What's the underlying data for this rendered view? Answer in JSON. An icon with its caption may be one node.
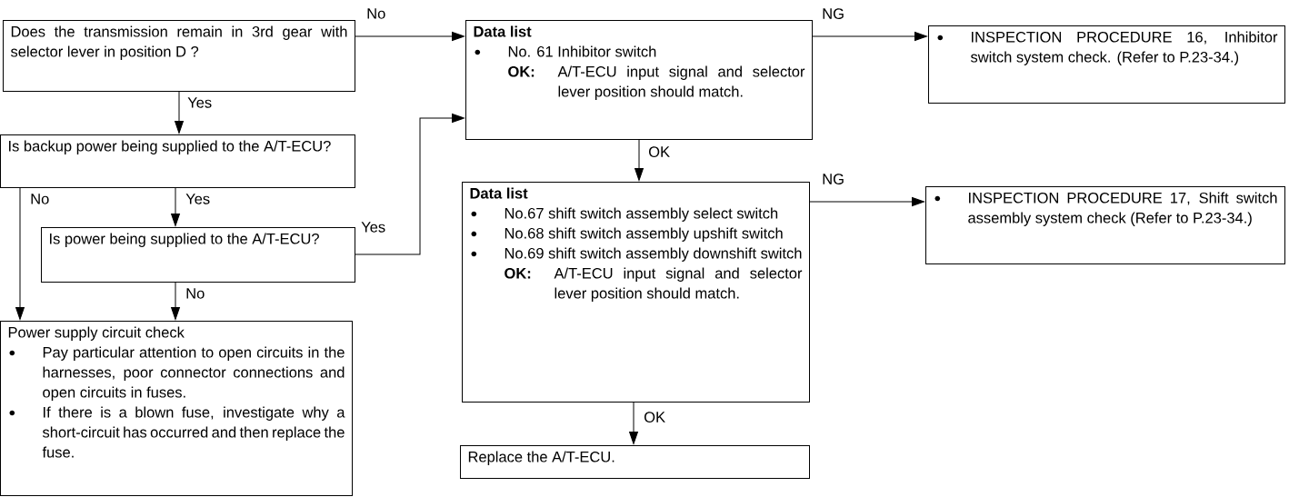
{
  "diagram": {
    "nodes": [
      {
        "text": [
          "Does the transmission remain in 3rd gear with selector lever in position D ?"
        ]
      },
      {
        "text": [
          "Is backup power being supplied to the A/T-ECU?"
        ]
      },
      {
        "text": [
          "Is power being supplied to the A/T-ECU?"
        ]
      },
      {
        "text": [
          "Power supply circuit check",
          "Pay particular attention to open circuits in the harnesses, poor connector connections and open circuits in fuses.",
          "If there is a blown fuse, investigate why a short-circuit has occurred and then replace the fuse."
        ]
      },
      {
        "text": [
          "Data list",
          "No. 61 Inhibitor switch",
          "OK:",
          "A/T-ECU input signal and selector lever position should match."
        ]
      },
      {
        "text": [
          "INSPECTION PROCEDURE 16, Inhibitor switch system check. (Refer to P.23-34.)"
        ]
      },
      {
        "text": [
          "Data list",
          "No.67 shift switch assembly select switch",
          "No.68 shift switch assembly upshift switch",
          "No.69 shift switch assembly downshift switch",
          "OK:",
          "A/T-ECU input signal and selector lever position should match."
        ]
      },
      {
        "text": [
          "INSPECTION PROCEDURE 17, Shift switch assembly system check (Refer to P.23-34.)"
        ]
      },
      {
        "text": [
          "Replace the A/T-ECU."
        ]
      }
    ],
    "edges": [
      {
        "from": 0,
        "to": 4,
        "arrow": "to",
        "label": "No"
      },
      {
        "from": 0,
        "to": 1,
        "arrow": "to",
        "label": "Yes"
      },
      {
        "from": 1,
        "to": 2,
        "arrow": "to",
        "label": "Yes"
      },
      {
        "from": 1,
        "to": 3,
        "arrow": "to",
        "label": "No"
      },
      {
        "from": 2,
        "to": 4,
        "arrow": "to",
        "label": "Yes"
      },
      {
        "from": 2,
        "to": 3,
        "arrow": "to",
        "label": "No"
      },
      {
        "from": 4,
        "to": 5,
        "arrow": "to",
        "label": "NG"
      },
      {
        "from": 4,
        "to": 6,
        "arrow": "to",
        "label": "OK"
      },
      {
        "from": 6,
        "to": 7,
        "arrow": "to",
        "label": "NG"
      },
      {
        "from": 6,
        "to": 8,
        "arrow": "to",
        "label": "OK"
      }
    ]
  }
}
